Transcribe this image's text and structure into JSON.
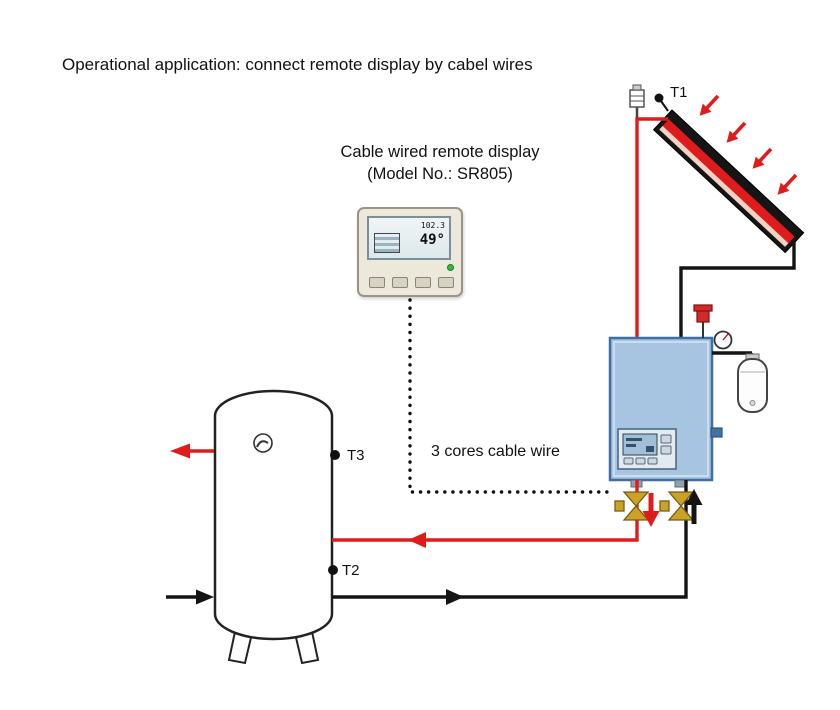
{
  "title": "Operational application: connect remote display by cabel wires",
  "remote_display": {
    "caption_line1": "Cable wired remote display",
    "caption_line2": "(Model No.: SR805)",
    "screen_flow_value": "102.3",
    "screen_temp_value": "49°"
  },
  "labels": {
    "sensor_t1": "T1",
    "sensor_t2": "T2",
    "sensor_t3": "T3",
    "cable_note": "3 cores cable wire"
  },
  "colors": {
    "hot_pipe": "#e01b1b",
    "cold_pipe": "#141414",
    "controller_fill": "#a7c4e0",
    "controller_border": "#3e6fa3",
    "valve_brass": "#c9a227",
    "device_body": "#ece8dc"
  }
}
